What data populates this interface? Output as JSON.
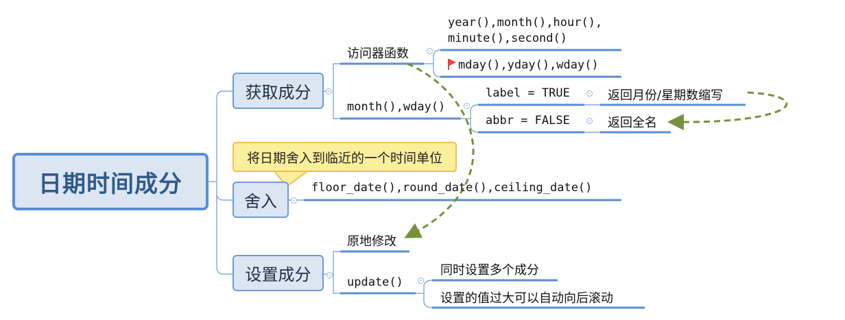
{
  "root": {
    "label": "日期时间成分"
  },
  "branches": [
    {
      "label": "获取成分",
      "children": [
        {
          "label": "访问器函数",
          "children": [
            {
              "label_line1": "year(),month(),hour(),",
              "label_line2": "minute(),second()"
            },
            {
              "label": "mday(),yday(),wday()",
              "marker": "red-flag-icon"
            }
          ]
        },
        {
          "label": "month(),wday()",
          "children": [
            {
              "label": "label = TRUE",
              "children": [
                {
                  "label": "返回月份/星期数缩写"
                }
              ]
            },
            {
              "label": "abbr = FALSE",
              "children": [
                {
                  "label": "返回全名"
                }
              ]
            }
          ]
        }
      ]
    },
    {
      "label": "舍入",
      "callout": "将日期舍入到临近的一个时间单位",
      "children": [
        {
          "label": "floor_date(),round_date(),ceiling_date()"
        }
      ]
    },
    {
      "label": "设置成分",
      "children": [
        {
          "label": "原地修改"
        },
        {
          "label": "update()",
          "children": [
            {
              "label": "同时设置多个成分"
            },
            {
              "label": "设置的值过大可以自动向后滚动"
            }
          ]
        }
      ]
    }
  ],
  "relationships": [
    {
      "from": "访问器函数",
      "to": "原地修改"
    },
    {
      "from": "返回月份/星期数缩写",
      "to": "返回全名"
    }
  ],
  "colors": {
    "branch_line": "#5b8ed0",
    "node_fill": "#dce6f2",
    "callout_fill": "#fcef9c",
    "relationship": "#76923c"
  }
}
